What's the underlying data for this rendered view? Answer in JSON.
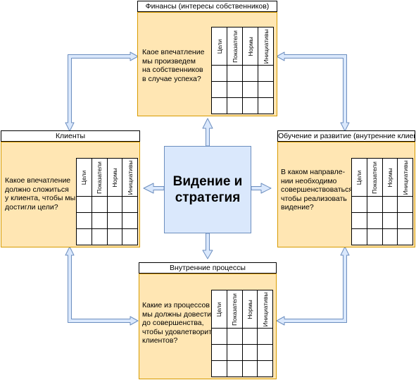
{
  "center": {
    "text": "Видение и\nстратегия"
  },
  "perspectives": [
    {
      "id": "finance",
      "title": "Финансы (интересы собственников)",
      "question": "Каое впечатление\nмы произведем\nна собственников\nв случае успеха?"
    },
    {
      "id": "clients",
      "title": "Клиенты",
      "question": "Какое впечатление\nдолжно сложиться\nу клиента, чтобы мы\nдостигли цели?"
    },
    {
      "id": "learning",
      "title": "Обучение и развитие (внутренние клиенты)",
      "question": "В каком направле-\nнии необходимо\nсовершенствоваться\nчтобы реализовать\nвидение?"
    },
    {
      "id": "processes",
      "title": "Внутренние процессы",
      "question": "Какие из процессов ,\nмы должны довести\nдо совершенства,\nчтобы удовлетворить\nклиентов?"
    }
  ],
  "table_headers": [
    "Цели",
    "Показатели",
    "Нормы",
    "Инициативы"
  ],
  "colors": {
    "block_fill": "#ffe6b3",
    "block_border": "#d79b00",
    "center_fill": "#dae8fc",
    "center_border": "#6c8ebf"
  }
}
